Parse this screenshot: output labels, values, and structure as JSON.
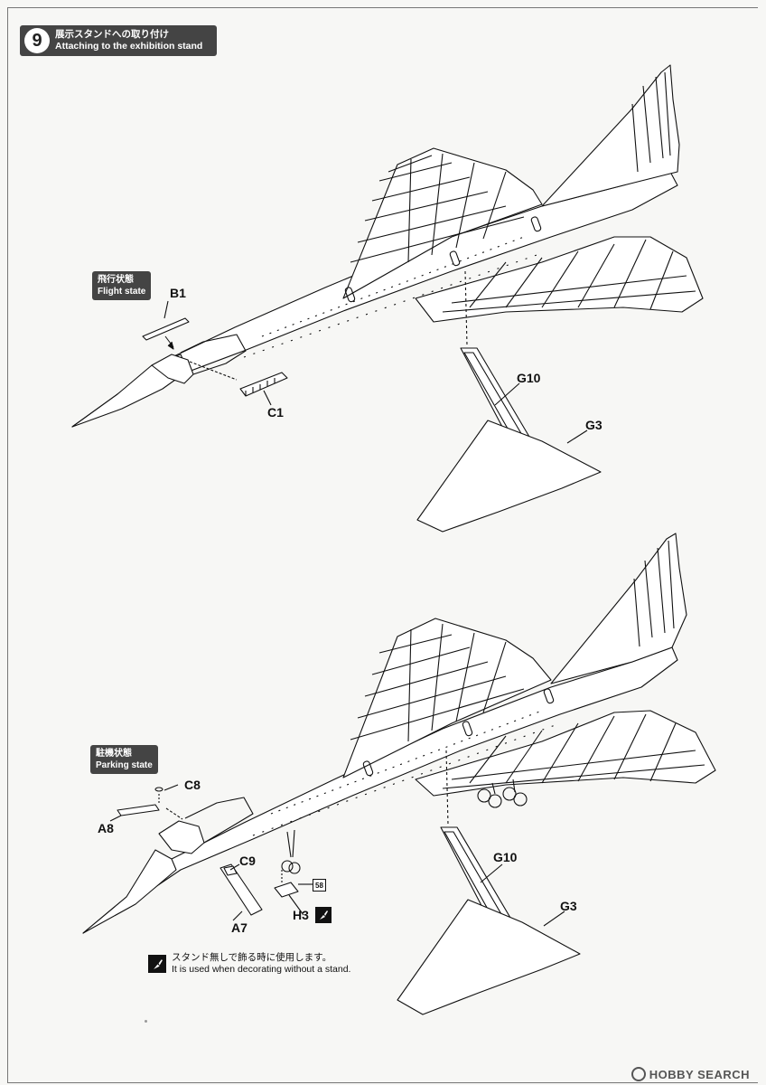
{
  "step": {
    "number": "9",
    "title_ja": "展示スタンドへの取り付け",
    "title_en": "Attaching to the exhibition stand"
  },
  "flight_state": {
    "label_ja": "飛行状態",
    "label_en": "Flight state",
    "parts": {
      "b1": "B1",
      "c1": "C1",
      "g10": "G10",
      "g3": "G3"
    }
  },
  "parking_state": {
    "label_ja": "駐機状態",
    "label_en": "Parking state",
    "parts": {
      "c8": "C8",
      "a8": "A8",
      "c9": "C9",
      "a7": "A7",
      "h3": "H3",
      "g10": "G10",
      "g3": "G3",
      "ref": "58"
    }
  },
  "note": {
    "ja": "スタンド無しで飾る時に使用します。",
    "en": "It is used when decorating without a stand."
  },
  "watermark": {
    "text": "HOBBY SEARCH"
  },
  "colors": {
    "ink": "#111111",
    "tag_bg": "#444444",
    "paper": "#f7f7f5"
  }
}
